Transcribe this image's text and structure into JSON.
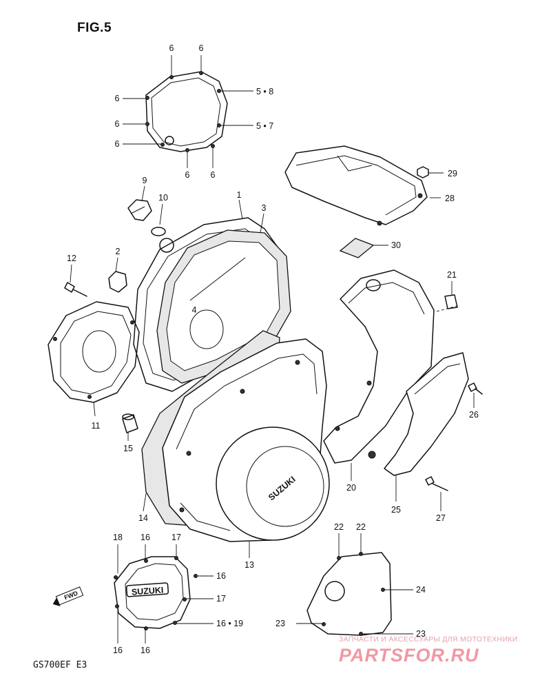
{
  "figure": {
    "title": "FIG.5",
    "model_code": "GS700EF E3",
    "fwd_label": "FWD",
    "cover_emblem": "SUZUKI",
    "small_cover_emblem": "SUZUKI"
  },
  "callouts": {
    "c1": "1",
    "c2": "2",
    "c3": "3",
    "c4": "4",
    "c5_8": "5 • 8",
    "c5_7": "5 • 7",
    "c6a": "6",
    "c6b": "6",
    "c6c": "6",
    "c6d": "6",
    "c6e": "6",
    "c6f": "6",
    "c6g": "6",
    "c9": "9",
    "c10": "10",
    "c11": "11",
    "c12": "12",
    "c13": "13",
    "c14": "14",
    "c15": "15",
    "c16a": "16",
    "c16b": "16",
    "c16c": "16",
    "c16d": "16",
    "c16_19": "16 • 19",
    "c17a": "17",
    "c17b": "17",
    "c18": "18",
    "c20": "20",
    "c21": "21",
    "c22a": "22",
    "c22b": "22",
    "c23a": "23",
    "c23b": "23",
    "c24": "24",
    "c25": "25",
    "c26": "26",
    "c27": "27",
    "c28": "28",
    "c29": "29",
    "c30": "30"
  },
  "watermark": {
    "tagline": "ЗАПЧАСТИ И АКСЕССУАРЫ ДЛЯ МОТОТЕХНИКИ",
    "logo": "PARTSFOR.RU"
  }
}
